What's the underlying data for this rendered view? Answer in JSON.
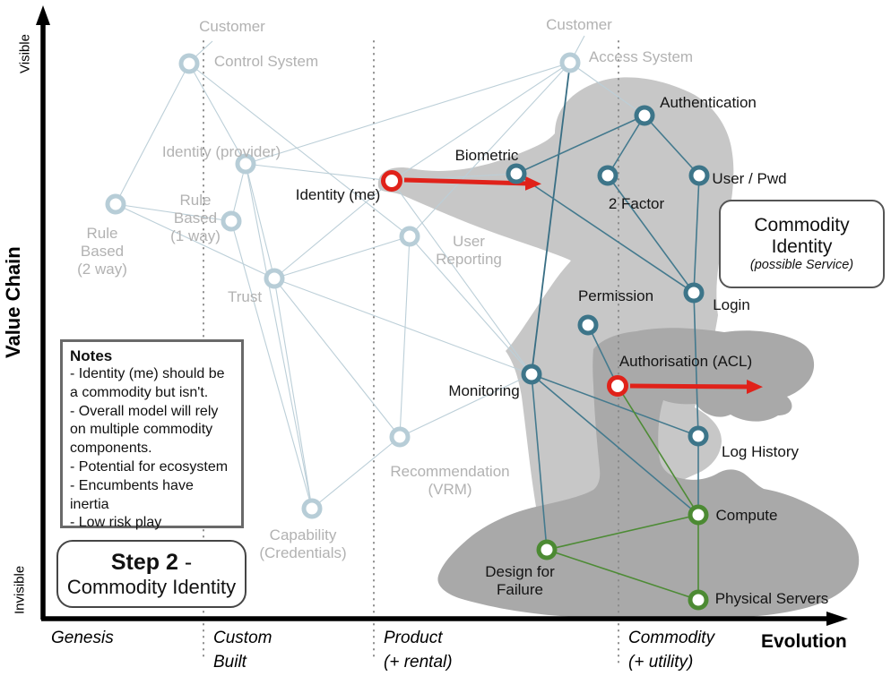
{
  "axis": {
    "y_title": "Value Chain",
    "y_top": "Visible",
    "y_bottom": "Invisible",
    "x_title": "Evolution",
    "stages": {
      "genesis": "Genesis",
      "custom": "Custom\nBuilt",
      "product": "Product\n(+ rental)",
      "commodity": "Commodity\n(+ utility)"
    }
  },
  "anchors": {
    "customer_left": "Customer",
    "customer_right": "Customer"
  },
  "nodes": {
    "control_system": "Control System",
    "identity_provider": "Identity (provider)",
    "rule_based_1way": "Rule\nBased\n(1 way)",
    "rule_based_2way": "Rule\nBased\n(2 way)",
    "trust": "Trust",
    "user_reporting": "User\nReporting",
    "recommendation": "Recommendation\n(VRM)",
    "capability": "Capability\n(Credentials)",
    "access_system": "Access System",
    "identity_me": "Identity (me)",
    "biometric": "Biometric",
    "authentication": "Authentication",
    "two_factor": "2 Factor",
    "user_pwd": "User / Pwd",
    "login": "Login",
    "permission": "Permission",
    "monitoring": "Monitoring",
    "authorisation": "Authorisation (ACL)",
    "log_history": "Log History",
    "compute": "Compute",
    "design_failure": "Design for\nFailure",
    "physical_servers": "Physical Servers"
  },
  "notes_box": {
    "title": "Notes",
    "body": "- Identity (me) should be\na commodity but isn't.\n- Overall model will rely\non multiple commodity\ncomponents.\n- Potential for ecosystem\n- Encumbents have inertia\n- Low risk play"
  },
  "step_box": {
    "title_bold": "Step 2",
    "title_rest": " -",
    "subtitle": "Commodity Identity"
  },
  "commodity_box": {
    "line1": "Commodity",
    "line2": "Identity",
    "line3": "(possible Service)"
  },
  "colors": {
    "faded": "#b7cdd7",
    "active": "#3d7589",
    "green": "#4c8a33",
    "red": "#e0221a",
    "blob_light": "#c7c7c7",
    "blob_dark": "#a9a9a9"
  }
}
